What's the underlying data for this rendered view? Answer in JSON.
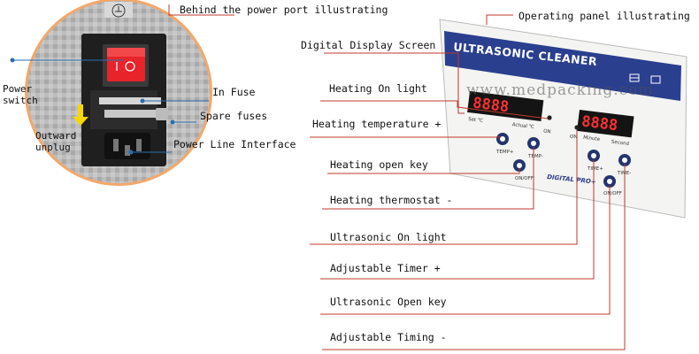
{
  "labels": {
    "power_port": "Behind the power port illustrating",
    "panel": "Operating panel illustrating",
    "power_switch": "Power\nswitch",
    "in_fuse": "In Fuse",
    "spare_fuses": "Spare fuses",
    "outward_unplug": "Outward\nunplug",
    "power_line": "Power Line Interface",
    "display_screen": "Digital Display Screen",
    "heating_on_light": "Heating On light",
    "heating_temp_plus": "Heating temperature +",
    "heating_open_key": "Heating open key",
    "heating_thermostat_minus": "Heating thermostat -",
    "ultrasonic_on_light": "Ultrasonic On light",
    "timer_plus": "Adjustable Timer +",
    "ultrasonic_open_key": "Ultrasonic Open key",
    "timing_minus": "Adjustable Timing -"
  },
  "panel": {
    "title": "ULTRASONIC CLEANER",
    "display_left": "8888",
    "display_right": "8888",
    "set_label": "Set ℃",
    "actual_label": "Actual ℃",
    "on_label": "ON",
    "minute_label": "Minute",
    "second_label": "Second",
    "brand": "DIGITAL PRO+",
    "btn_temp_plus": "TEMP+",
    "btn_temp_minus": "TEMP-",
    "btn_heat_onoff": "ON/OFF",
    "btn_time_plus": "TIME+",
    "btn_time_minus": "TIME-",
    "btn_onoff": "ON/OFF"
  },
  "watermark": "www.medpacking.com",
  "colors": {
    "leader_red": "#c0392b",
    "panel_blue": "#2b3f8f",
    "circle_border": "#f2a86b",
    "switch_red": "#e8232a",
    "fuse_arrow": "#f5d800"
  }
}
